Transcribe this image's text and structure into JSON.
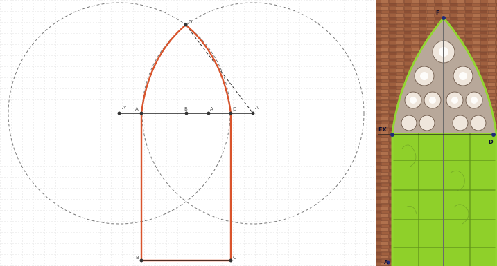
{
  "construction": {
    "point_labels": {
      "apex": "G",
      "left_spring": "A",
      "right_spring": "D",
      "mid_1": "B",
      "mid_2": "A",
      "left_center": "A'",
      "right_center": "A'",
      "bottom_left": "B",
      "bottom_right": "C"
    },
    "colors": {
      "outline": "#d9542c",
      "line": "#222222",
      "dashed": "#777777",
      "grid": "#d8d8d8"
    }
  },
  "photo": {
    "point_labels": {
      "top": "F",
      "left": "EX",
      "right": "D",
      "bottom_left": "A"
    },
    "colors": {
      "brick": "#9c5a3e",
      "glass_overlay": "#a6f01e",
      "outline": "#93d631",
      "tracery": "#efe6dc"
    }
  }
}
